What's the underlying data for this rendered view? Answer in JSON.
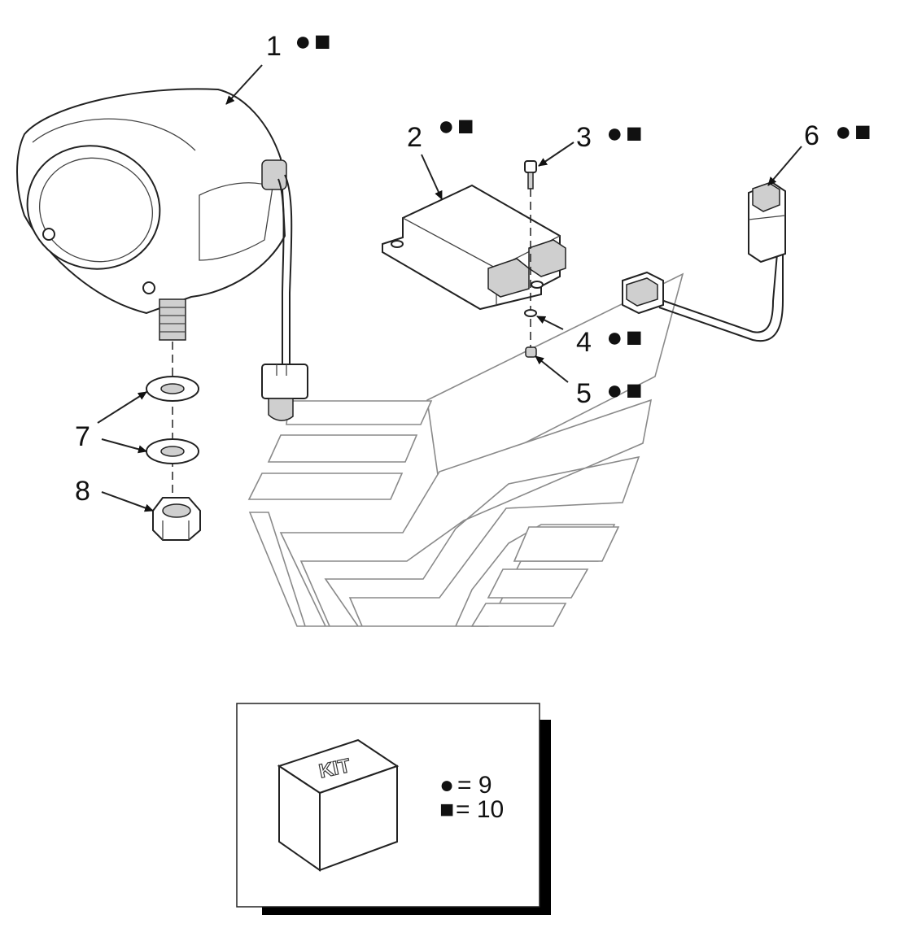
{
  "callouts": [
    {
      "id": "1",
      "marks": [
        "●",
        "■"
      ]
    },
    {
      "id": "2",
      "marks": [
        "●",
        "■"
      ]
    },
    {
      "id": "3",
      "marks": [
        "●",
        "■"
      ]
    },
    {
      "id": "4",
      "marks": [
        "●",
        "■"
      ]
    },
    {
      "id": "5",
      "marks": [
        "●",
        "■"
      ]
    },
    {
      "id": "6",
      "marks": [
        "●",
        "■"
      ]
    },
    {
      "id": "7",
      "marks": []
    },
    {
      "id": "8",
      "marks": []
    }
  ],
  "kit_legend": {
    "box_text": "KIT",
    "circle_symbol": "●",
    "circle_value": "= 9",
    "square_symbol": "■",
    "square_value": "= 10"
  }
}
